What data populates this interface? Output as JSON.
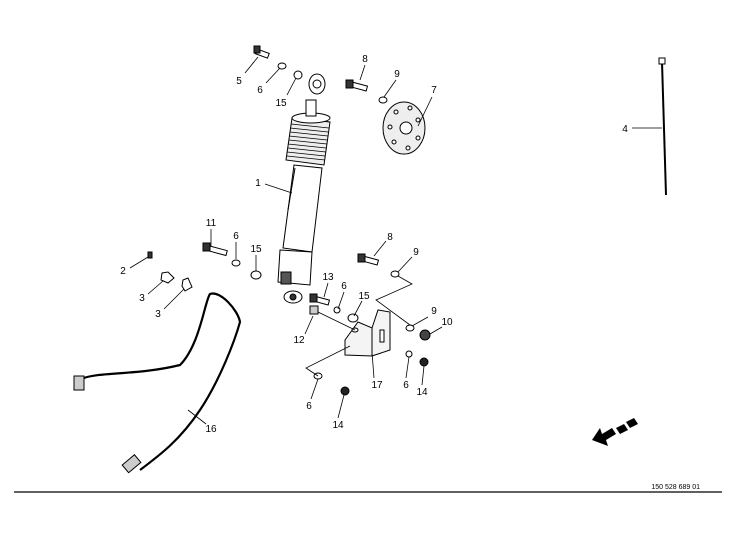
{
  "diagram": {
    "callouts": [
      "5",
      "6",
      "15",
      "8",
      "9",
      "7",
      "4",
      "1",
      "11",
      "6",
      "15",
      "2",
      "3",
      "3",
      "8",
      "9",
      "13",
      "6",
      "15",
      "9",
      "10",
      "12",
      "17",
      "6",
      "14",
      "6",
      "14",
      "16"
    ],
    "drawing_number": "150 528 689 01"
  }
}
